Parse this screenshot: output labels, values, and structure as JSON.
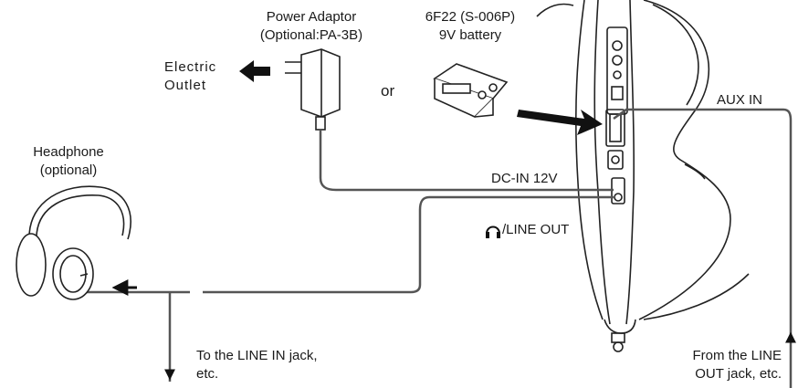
{
  "labels": {
    "power_adaptor_line1": "Power Adaptor",
    "power_adaptor_line2": "(Optional:PA-3B)",
    "battery_line1": "6F22 (S-006P)",
    "battery_line2": "9V battery",
    "electric_line1": "Electric",
    "electric_line2": "Outlet",
    "or": "or",
    "headphone_line1": "Headphone",
    "headphone_line2": "(optional)",
    "aux_in": "AUX IN",
    "dc_in": "DC-IN 12V",
    "line_out": "/LINE OUT",
    "to_line_in_line1": "To the LINE IN jack,",
    "to_line_in_line2": "etc.",
    "from_line_out_line1": "From the LINE",
    "from_line_out_line2": "OUT jack, etc."
  },
  "icons": {
    "headphone_glyph": "headphone-icon"
  }
}
